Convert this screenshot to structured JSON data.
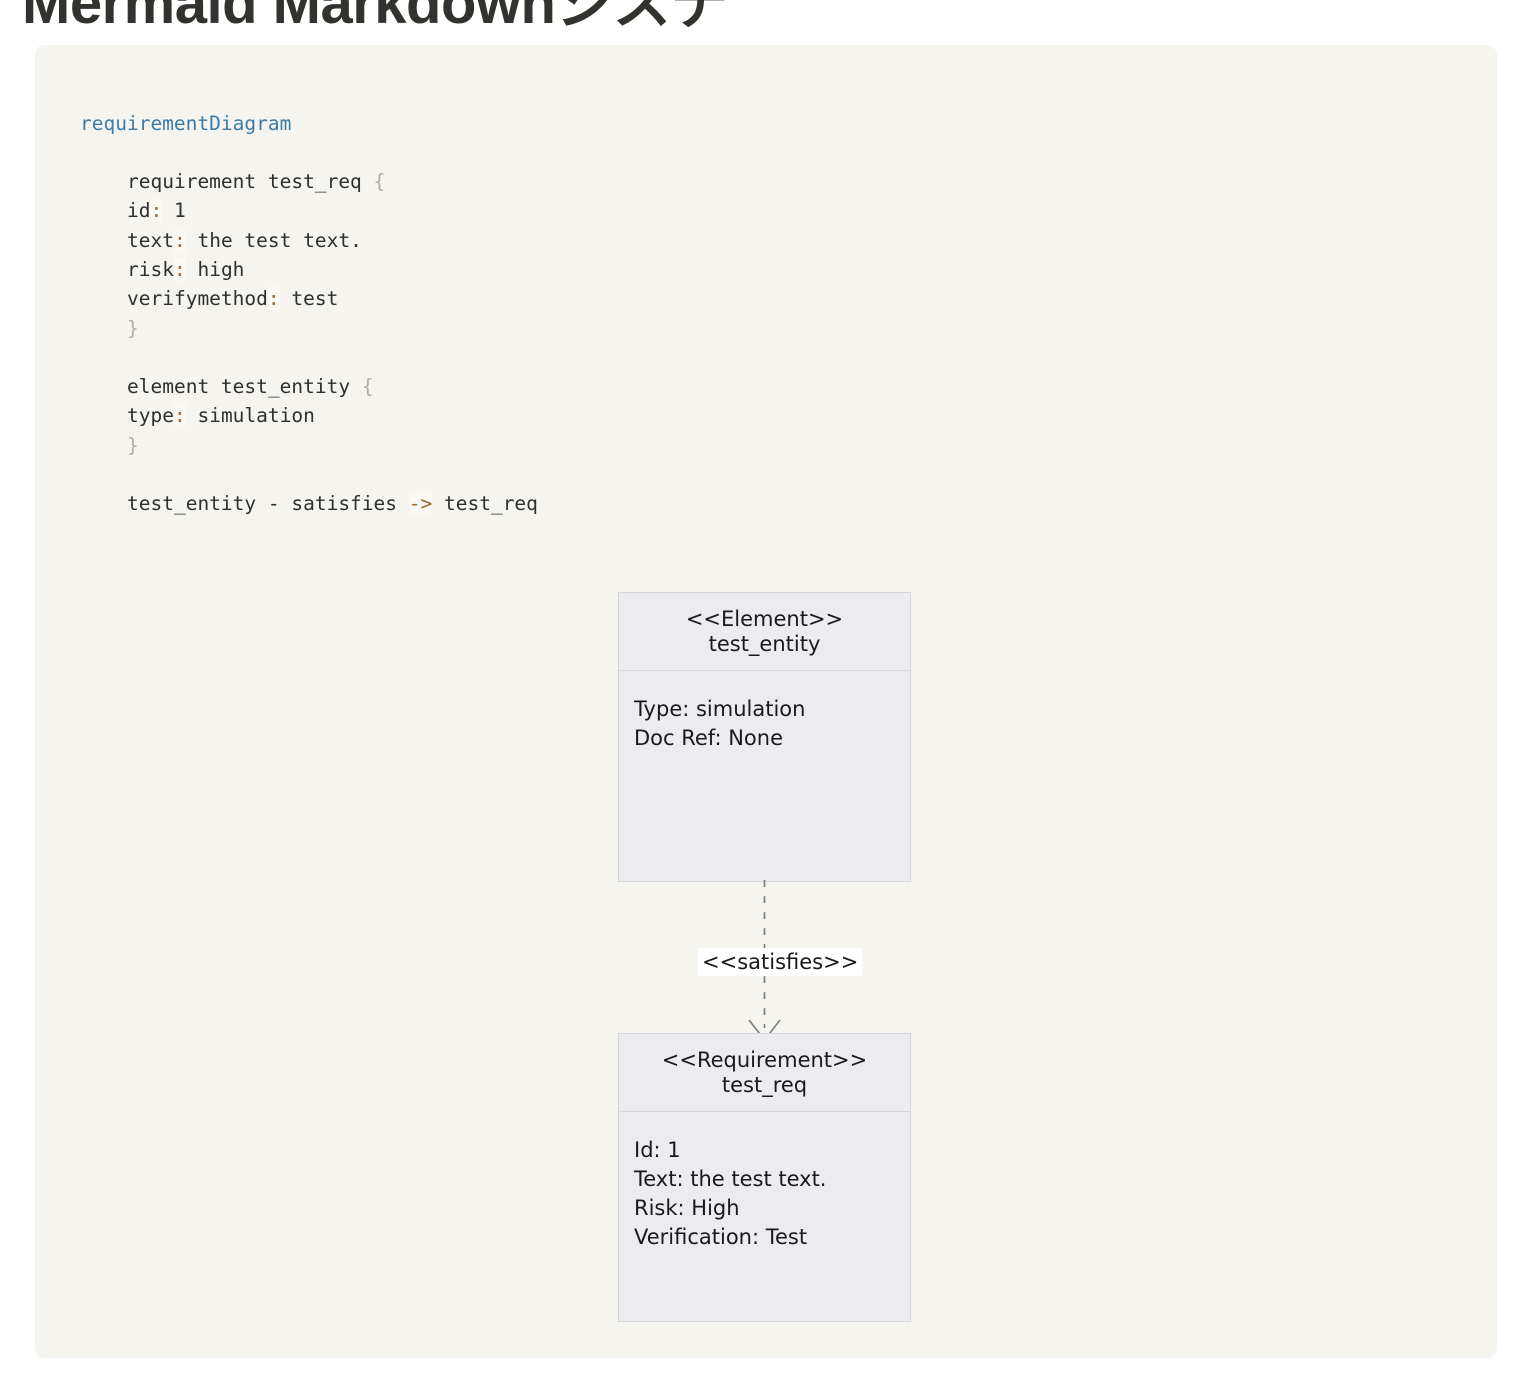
{
  "page": {
    "title": "Mermaid Markdownシステ",
    "background_color": "#ffffff"
  },
  "code_card": {
    "background_color": "#f5f4ef",
    "language": "mermaid",
    "syntax_colors": {
      "diagram_keyword": "#3d7ca8",
      "punctuation": "#9c6a32",
      "brace": "#b0aeaa",
      "text": "#2f2f2f"
    },
    "lines": [
      {
        "id": "l1",
        "indent": 0,
        "tokens": [
          {
            "t": "head",
            "v": "requirementDiagram"
          }
        ]
      },
      {
        "id": "l2",
        "indent": 0,
        "tokens": []
      },
      {
        "id": "l3",
        "indent": 1,
        "tokens": [
          {
            "t": "key",
            "v": "requirement test_req "
          },
          {
            "t": "brace",
            "v": "{"
          }
        ]
      },
      {
        "id": "l4",
        "indent": 1,
        "tokens": [
          {
            "t": "key",
            "v": "id"
          },
          {
            "t": "colon",
            "v": ":"
          },
          {
            "t": "key",
            "v": " 1"
          }
        ]
      },
      {
        "id": "l5",
        "indent": 1,
        "tokens": [
          {
            "t": "key",
            "v": "text"
          },
          {
            "t": "colon",
            "v": ":"
          },
          {
            "t": "key",
            "v": " the test text."
          }
        ]
      },
      {
        "id": "l6",
        "indent": 1,
        "tokens": [
          {
            "t": "key",
            "v": "risk"
          },
          {
            "t": "colon",
            "v": ":"
          },
          {
            "t": "key",
            "v": " high"
          }
        ]
      },
      {
        "id": "l7",
        "indent": 1,
        "tokens": [
          {
            "t": "key",
            "v": "verifymethod"
          },
          {
            "t": "colon",
            "v": ":"
          },
          {
            "t": "key",
            "v": " test"
          }
        ]
      },
      {
        "id": "l8",
        "indent": 1,
        "tokens": [
          {
            "t": "brace",
            "v": "}"
          }
        ]
      },
      {
        "id": "l9",
        "indent": 0,
        "tokens": []
      },
      {
        "id": "l10",
        "indent": 1,
        "tokens": [
          {
            "t": "key",
            "v": "element test_entity "
          },
          {
            "t": "brace",
            "v": "{"
          }
        ]
      },
      {
        "id": "l11",
        "indent": 1,
        "tokens": [
          {
            "t": "key",
            "v": "type"
          },
          {
            "t": "colon",
            "v": ":"
          },
          {
            "t": "key",
            "v": " simulation"
          }
        ]
      },
      {
        "id": "l12",
        "indent": 1,
        "tokens": [
          {
            "t": "brace",
            "v": "}"
          }
        ]
      },
      {
        "id": "l13",
        "indent": 0,
        "tokens": []
      },
      {
        "id": "l14",
        "indent": 1,
        "tokens": [
          {
            "t": "key",
            "v": "test_entity - satisfies "
          },
          {
            "t": "arrow",
            "v": "->"
          },
          {
            "t": "key",
            "v": " test_req"
          }
        ]
      }
    ]
  },
  "diagram": {
    "type": "requirementDiagram",
    "node_fill": "#ececf0",
    "node_border": "#d6d6dc",
    "element_node": {
      "stereotype": "<<Element>>",
      "name": "test_entity",
      "attributes": [
        "Type: simulation",
        "Doc Ref: None"
      ]
    },
    "requirement_node": {
      "stereotype": "<<Requirement>>",
      "name": "test_req",
      "attributes": [
        "Id: 1",
        "Text: the test text.",
        "Risk: High",
        "Verification: Test"
      ]
    },
    "edge": {
      "label": "<<satisfies>>",
      "style": "dashed",
      "arrowhead": "open",
      "from": "test_entity",
      "to": "test_req"
    }
  }
}
